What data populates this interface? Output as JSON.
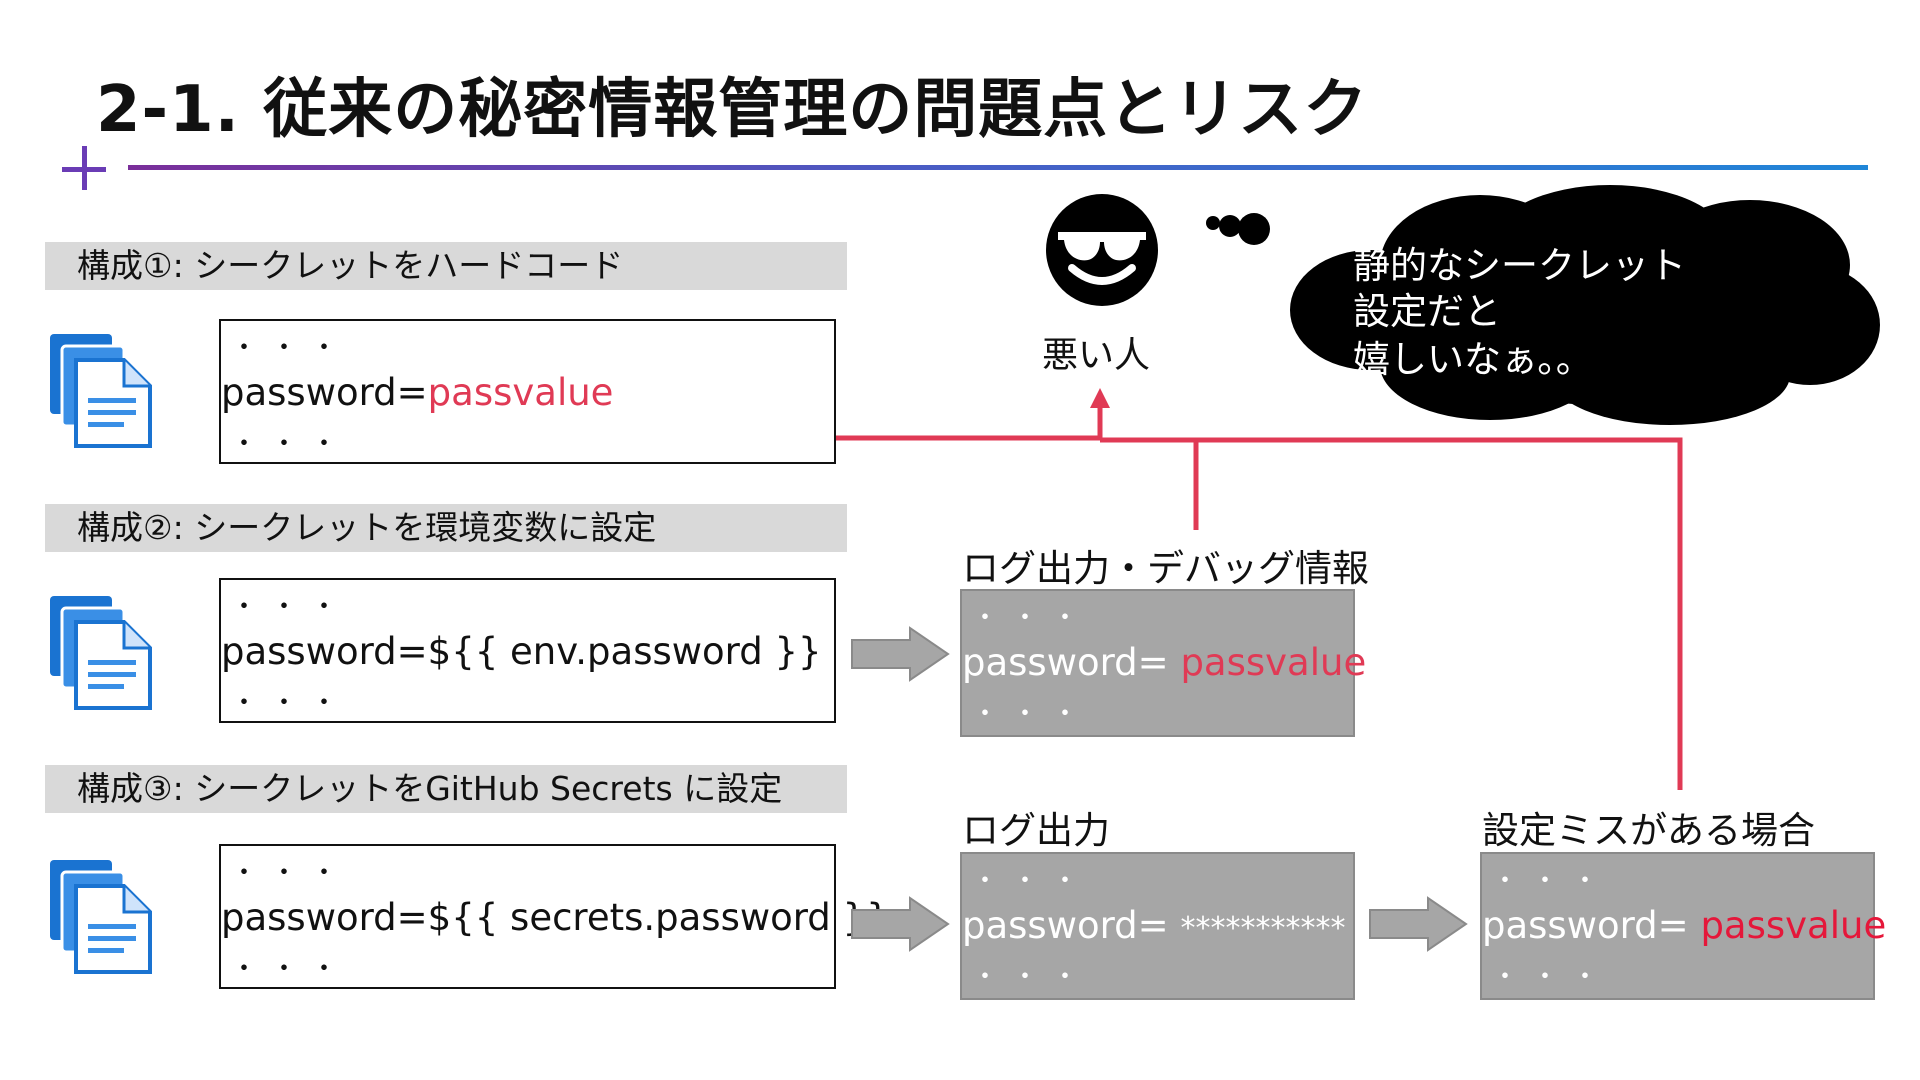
{
  "title": "2-1. 従来の秘密情報管理の問題点とリスク",
  "colors": {
    "accent_purple": "#6a3cb5",
    "accent_blue": "#1f86d8",
    "secret_red": "#e03a55",
    "connector_red": "#e03a55",
    "grey_box": "#a6a6a6",
    "bar_grey": "#d9d9d9"
  },
  "configs": [
    {
      "label": "構成①: シークレットをハードコード",
      "dots_top": "・・・",
      "pw_prefix": "password=",
      "pw_value": "passvalue",
      "dots_bottom": "・・・"
    },
    {
      "label": "構成②: シークレットを環境変数に設定",
      "dots_top": "・・・",
      "pw_prefix": "password=${{ env.password }}",
      "pw_value": "",
      "dots_bottom": "・・・"
    },
    {
      "label": "構成③: シークレットをGitHub Secrets に設定",
      "dots_top": "・・・",
      "pw_prefix": "password=${{ secrets.password }}",
      "pw_value": "",
      "dots_bottom": "・・・"
    }
  ],
  "logs": {
    "debug": {
      "title": "ログ出力・デバッグ情報",
      "dots_top": "・・・",
      "pw_prefix": "password= ",
      "pw_value": "passvalue",
      "dots_bottom": "・・・"
    },
    "masked": {
      "title": "ログ出力",
      "dots_top": "・・・",
      "pw_prefix": "password= ",
      "pw_value": "***********",
      "dots_bottom": "・・・"
    },
    "misconfig": {
      "title": "設定ミスがある場合",
      "dots_top": "・・・",
      "pw_prefix": "password= ",
      "pw_value": "passvalue",
      "dots_bottom": "・・・"
    }
  },
  "attacker": {
    "label": "悪い人",
    "icon": "sunglasses-face-icon",
    "thought_lines": [
      "静的なシークレット",
      "設定だと",
      "嬉しいなぁ。。"
    ]
  },
  "icons": {
    "document": "documents-icon",
    "arrow": "right-arrow-icon"
  }
}
